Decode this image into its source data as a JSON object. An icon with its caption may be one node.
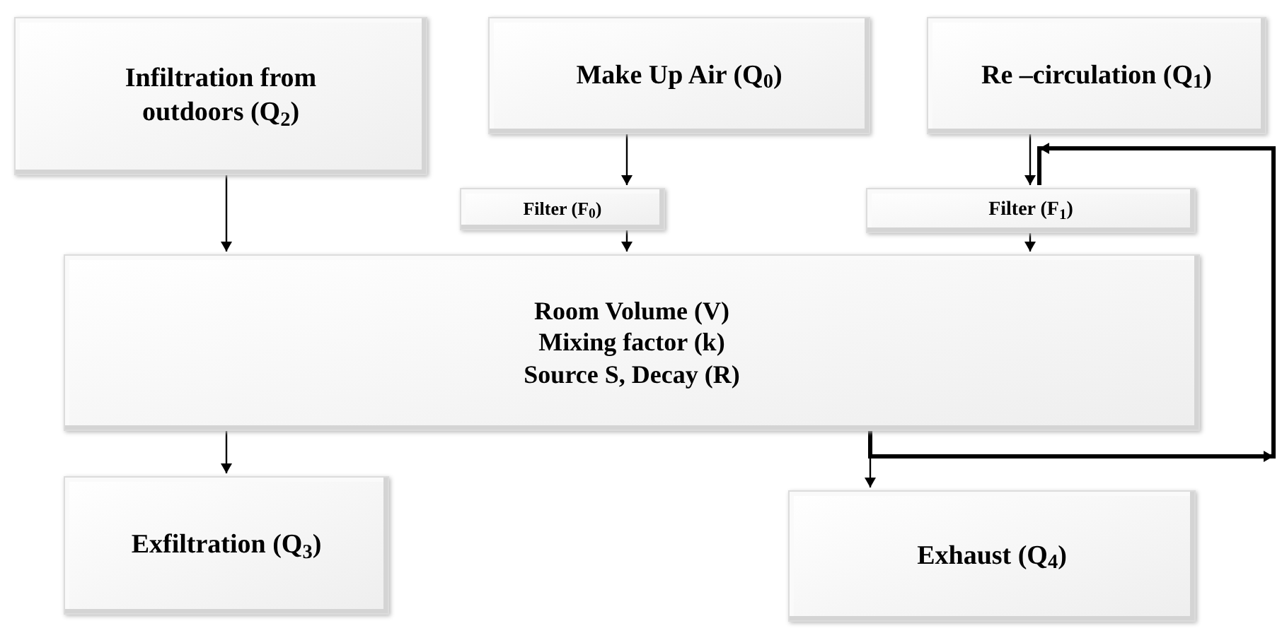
{
  "diagram": {
    "nodes": [
      {
        "text": [
          "Infiltration  from outdoors (Q$_{2}$)"
        ]
      },
      {
        "text": [
          "Make Up Air (Q$_{0}$)"
        ]
      },
      {
        "text": [
          "Re –circulation (Q$_{1}$)"
        ]
      },
      {
        "text": [
          "Filter (F$_{0}$)"
        ]
      },
      {
        "text": [
          "Filter (F$_{1}$)"
        ]
      },
      {
        "text": [
          "Room Volume (V)",
          "Mixing  factor (k)",
          "Source S,  Decay (R)"
        ]
      },
      {
        "text": [
          "Exfiltration (Q$_{3}$)"
        ]
      },
      {
        "text": [
          "Exhaust (Q$_{4}$)"
        ]
      }
    ],
    "edges": [
      {
        "from": 0,
        "to": 5,
        "arrow": "to"
      },
      {
        "from": 1,
        "to": 3,
        "arrow": "to"
      },
      {
        "from": 3,
        "to": 5,
        "arrow": "to"
      },
      {
        "from": 2,
        "to": 4,
        "arrow": "to"
      },
      {
        "from": 4,
        "to": 5,
        "arrow": "to"
      },
      {
        "from": 5,
        "to": 6,
        "arrow": "to"
      },
      {
        "from": 5,
        "to": 7,
        "arrow": "to"
      },
      {
        "from": 5,
        "to": 4,
        "arrow": "to",
        "style": "thick"
      }
    ]
  }
}
